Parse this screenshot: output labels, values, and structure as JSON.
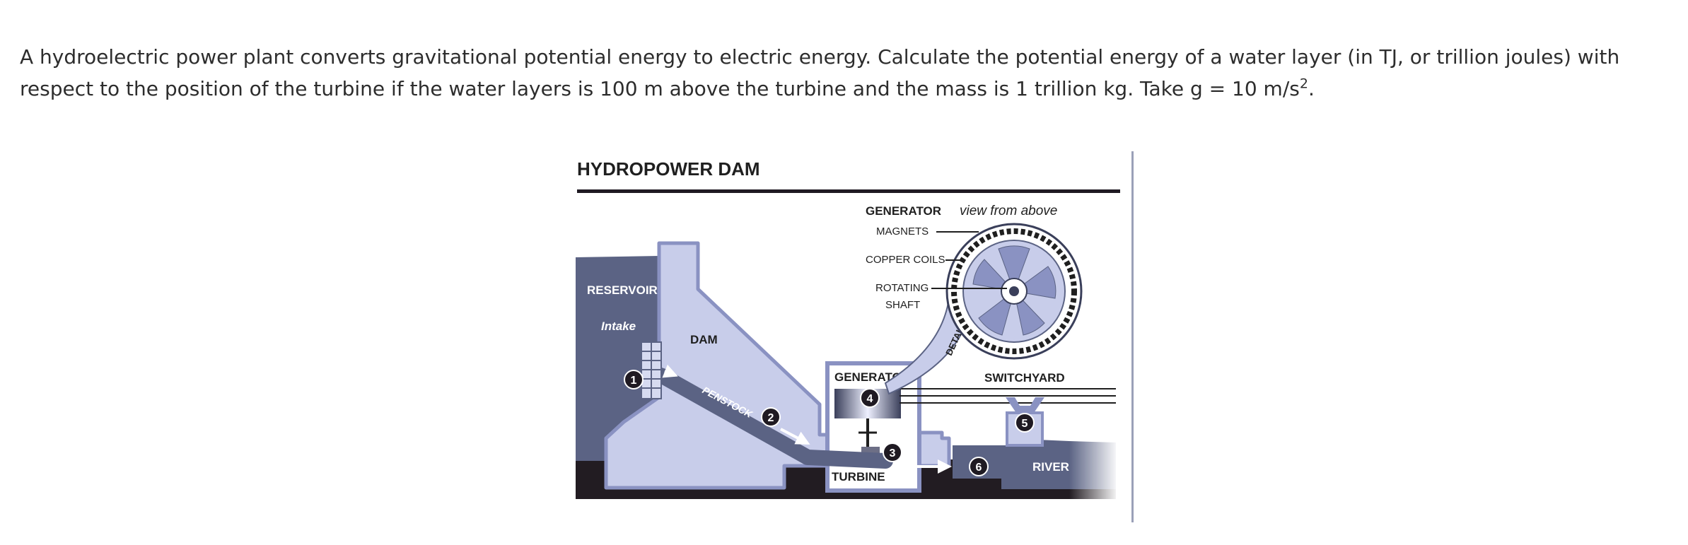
{
  "question": {
    "text": "A hydroelectric power plant converts gravitational potential energy to electric energy. Calculate the potential energy of a water layer (in TJ, or trillion joules) with respect to the position of the turbine if the water layers is 100 m above the turbine and the mass is 1 trillion kg. Take g = 10 m/s",
    "superscript": "2",
    "ending": "."
  },
  "diagram": {
    "title": "HYDROPOWER DAM",
    "labels": {
      "reservoir": "RESERVOIR",
      "intake": "Intake",
      "dam": "DAM",
      "penstock": "PENSTOCK",
      "generator": "GENERATOR",
      "turbine": "TURBINE",
      "switchyard": "SWITCHYARD",
      "river": "RIVER",
      "detail": "DETAIL",
      "detail_generator": "GENERATOR",
      "view_from_above": "view from above",
      "magnets": "MAGNETS",
      "copper_coils": "COPPER COILS",
      "rotating": "ROTATING",
      "shaft": "SHAFT"
    },
    "markers": [
      "1",
      "2",
      "3",
      "4",
      "5",
      "6"
    ],
    "colors": {
      "water_dark": "#5b6384",
      "concrete_light": "#c8cdea",
      "outline": "#8a92c2",
      "ground": "#221c22",
      "text_light": "#ffffff",
      "text_dark": "#1f1f1f"
    }
  }
}
